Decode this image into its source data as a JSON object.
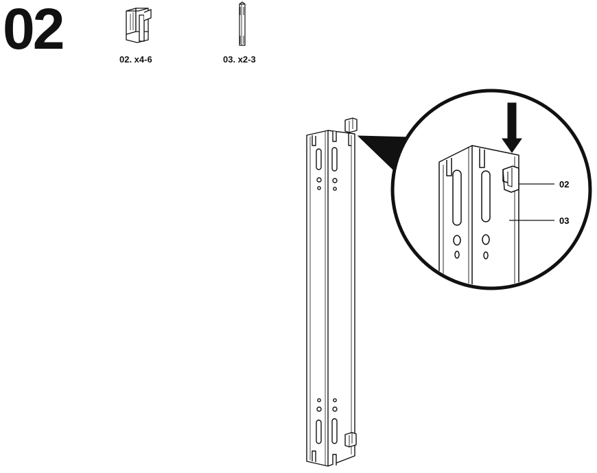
{
  "step": {
    "number": "02"
  },
  "parts": [
    {
      "label": "02. x4-6",
      "icon": "clip-icon"
    },
    {
      "label": "03. x2-3",
      "icon": "rail-icon"
    }
  ],
  "callouts": [
    {
      "label": "02"
    },
    {
      "label": "03"
    }
  ]
}
